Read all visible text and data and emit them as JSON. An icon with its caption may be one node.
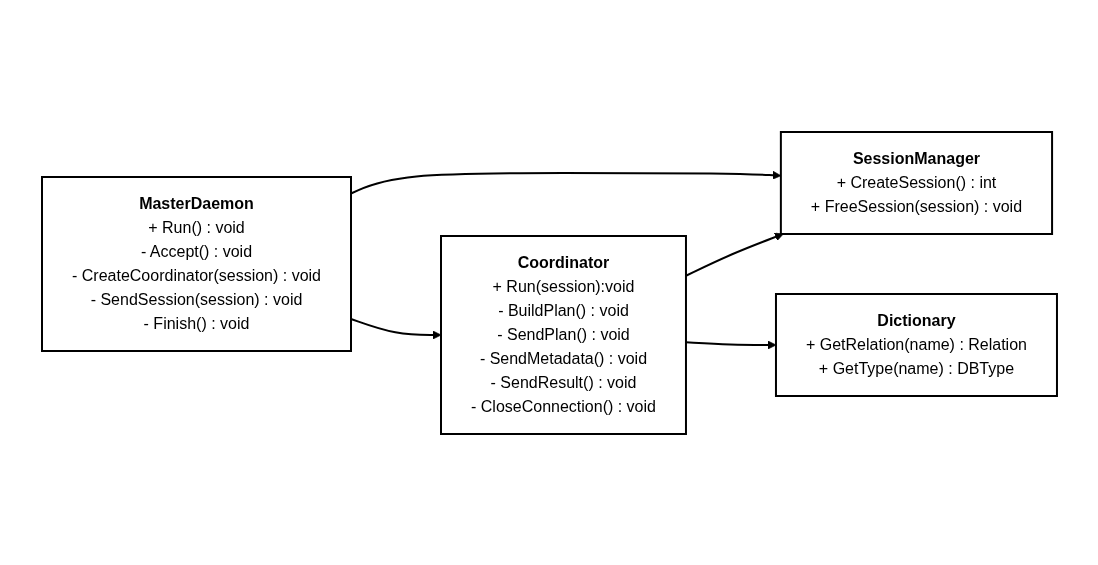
{
  "diagram": {
    "nodes": [
      {
        "text": [
          "MasterDaemon",
          "+ Run() : void",
          "- Accept() : void",
          "- CreateCoordinator(session) : void",
          "- SendSession(session) : void",
          "- Finish() : void"
        ]
      },
      {
        "text": [
          "Coordinator",
          "+ Run(session):void",
          "- BuildPlan() : void",
          "- SendPlan() : void",
          "- SendMetadata() : void",
          "- SendResult() : void",
          "- CloseConnection() : void"
        ]
      },
      {
        "text": [
          "SessionManager",
          "+ CreateSession() : int",
          "+ FreeSession(session) : void"
        ]
      },
      {
        "text": [
          "Dictionary",
          "+ GetRelation(name) : Relation",
          "+ GetType(name) : DBType"
        ]
      }
    ],
    "edges": [
      {
        "from": 0,
        "to": 1,
        "arrow": "to"
      },
      {
        "from": 0,
        "to": 2,
        "arrow": "to"
      },
      {
        "from": 1,
        "to": 2,
        "arrow": "to"
      },
      {
        "from": 1,
        "to": 3,
        "arrow": "to"
      }
    ]
  }
}
